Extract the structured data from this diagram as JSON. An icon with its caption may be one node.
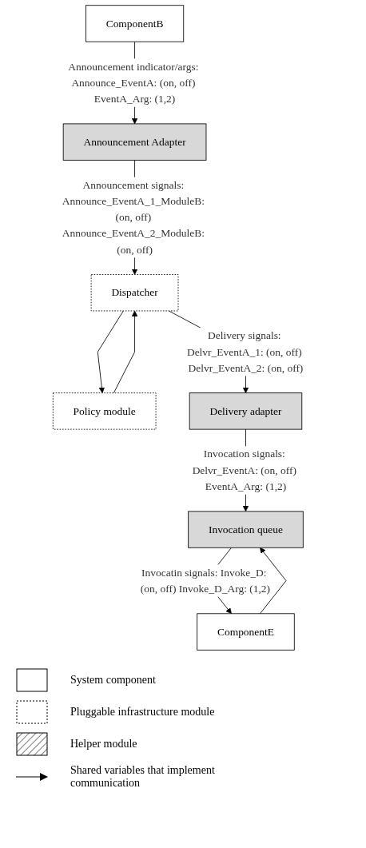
{
  "diagram": {
    "nodes": [
      {
        "text": [
          "ComponentB"
        ]
      },
      {
        "text": [
          "Announcement Adapter"
        ]
      },
      {
        "text": [
          "Dispatcher"
        ]
      },
      {
        "text": [
          "Policy module"
        ]
      },
      {
        "text": [
          "Delivery adapter"
        ]
      },
      {
        "text": [
          "Invocation queue"
        ]
      },
      {
        "text": [
          "ComponentE"
        ]
      }
    ],
    "edges": [
      {
        "from": 0,
        "to": 1,
        "arrow": "to",
        "label": "Announcement indicator/args: Announce_EventA: (on, off) EventA_Arg: (1,2)"
      },
      {
        "from": 1,
        "to": 2,
        "arrow": "to",
        "label": "Announcement signals: Announce_EventA_1_ModuleB: (on, off) Announce_EventA_2_ModuleB: (on, off)"
      },
      {
        "from": 2,
        "to": 3,
        "arrow": "to"
      },
      {
        "from": 3,
        "to": 2,
        "arrow": "to"
      },
      {
        "from": 2,
        "to": 4,
        "arrow": "to",
        "label": "Delivery signals: Delvr_EventA_1: (on, off) Delvr_EventA_2: (on, off)"
      },
      {
        "from": 4,
        "to": 5,
        "arrow": "to",
        "label": "Invocation signals: Delvr_EventA: (on, off) EventA_Arg: (1,2)"
      },
      {
        "from": 5,
        "to": 6,
        "arrow": "to",
        "label": "Invocatin signals: Invoke_D: (on, off) Invoke_D_Arg: (1,2)"
      },
      {
        "from": 6,
        "to": 5,
        "arrow": "to"
      }
    ],
    "legend": [
      {
        "text": "System component"
      },
      {
        "text": "Pluggable infrastructure module"
      },
      {
        "text": "Helper module"
      },
      {
        "text": "Shared variables that implement communication"
      }
    ]
  }
}
